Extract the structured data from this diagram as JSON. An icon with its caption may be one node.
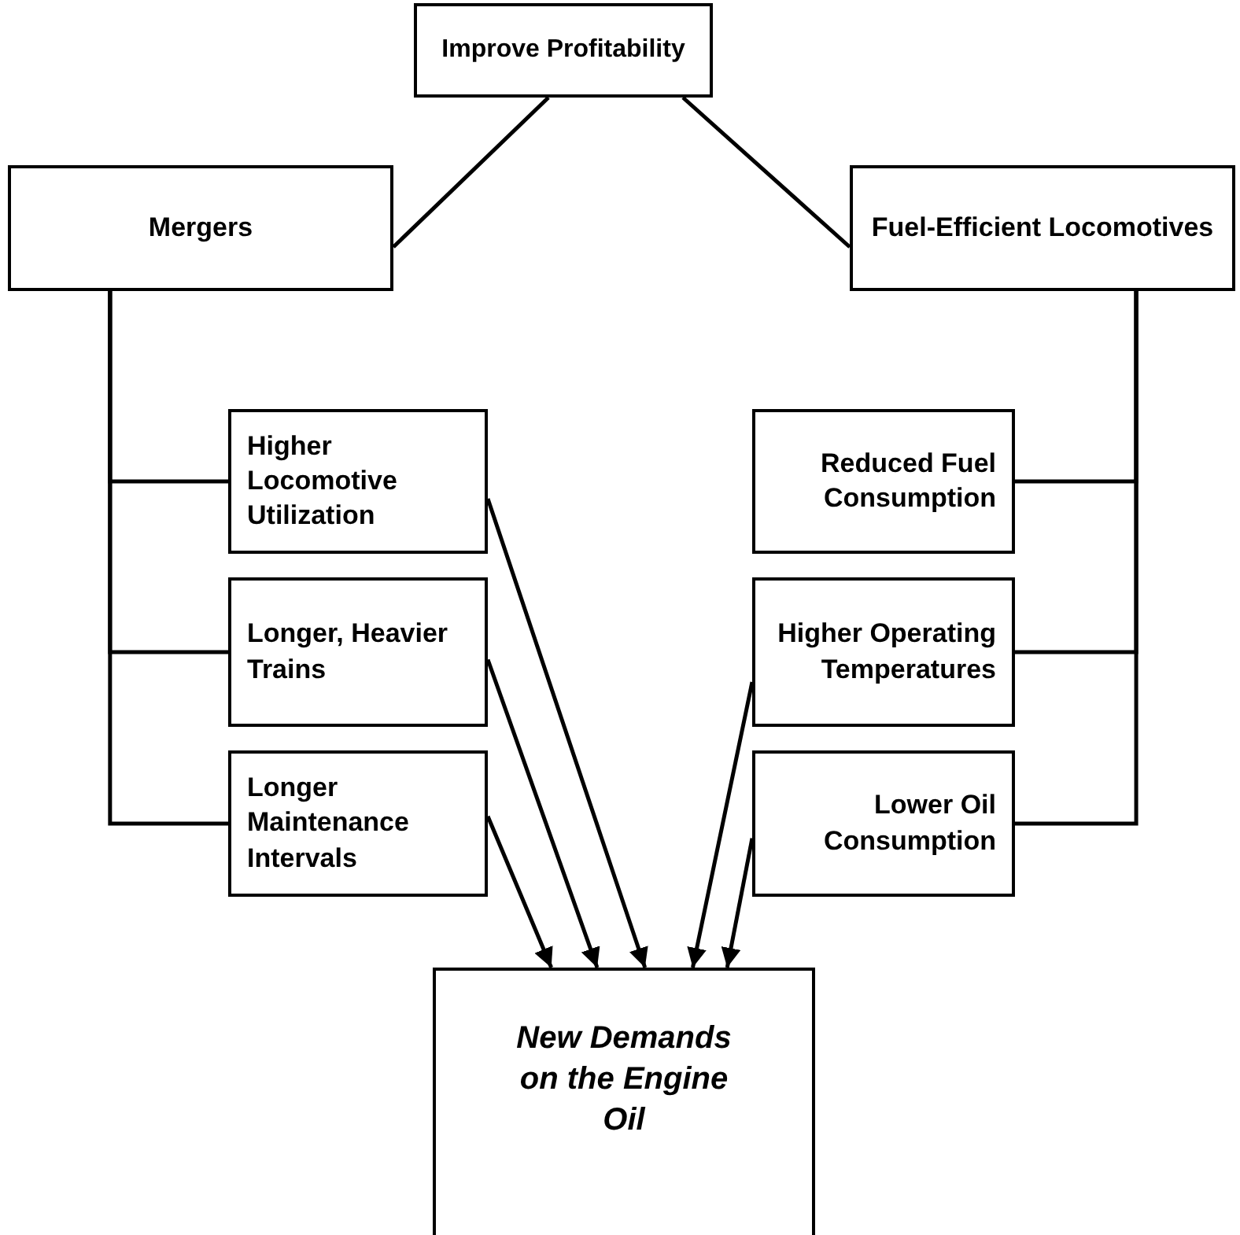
{
  "diagram": {
    "nodes": [
      {
        "text": [
          "Improve Profitability"
        ]
      },
      {
        "text": [
          "Mergers"
        ]
      },
      {
        "text": [
          "Fuel-Efficient Locomotives"
        ]
      },
      {
        "text": [
          "Higher Locomotive Utilization"
        ]
      },
      {
        "text": [
          "Longer, Heavier Trains"
        ]
      },
      {
        "text": [
          "Longer Maintenance Intervals"
        ]
      },
      {
        "text": [
          "Reduced Fuel Consumption"
        ]
      },
      {
        "text": [
          "Higher Operating Temperatures"
        ]
      },
      {
        "text": [
          "Lower Oil Consumption"
        ]
      },
      {
        "text": [
          "New Demands on the Engine Oil"
        ]
      }
    ],
    "edges": [
      {
        "from": 0,
        "to": 1,
        "arrow": "none"
      },
      {
        "from": 0,
        "to": 2,
        "arrow": "none"
      },
      {
        "from": 1,
        "to": 3,
        "arrow": "none"
      },
      {
        "from": 1,
        "to": 4,
        "arrow": "none"
      },
      {
        "from": 1,
        "to": 5,
        "arrow": "none"
      },
      {
        "from": 2,
        "to": 6,
        "arrow": "none"
      },
      {
        "from": 2,
        "to": 7,
        "arrow": "none"
      },
      {
        "from": 2,
        "to": 8,
        "arrow": "none"
      },
      {
        "from": 3,
        "to": 9,
        "arrow": "to"
      },
      {
        "from": 4,
        "to": 9,
        "arrow": "to"
      },
      {
        "from": 5,
        "to": 9,
        "arrow": "to"
      },
      {
        "from": 7,
        "to": 9,
        "arrow": "to"
      },
      {
        "from": 8,
        "to": 9,
        "arrow": "to"
      }
    ]
  }
}
